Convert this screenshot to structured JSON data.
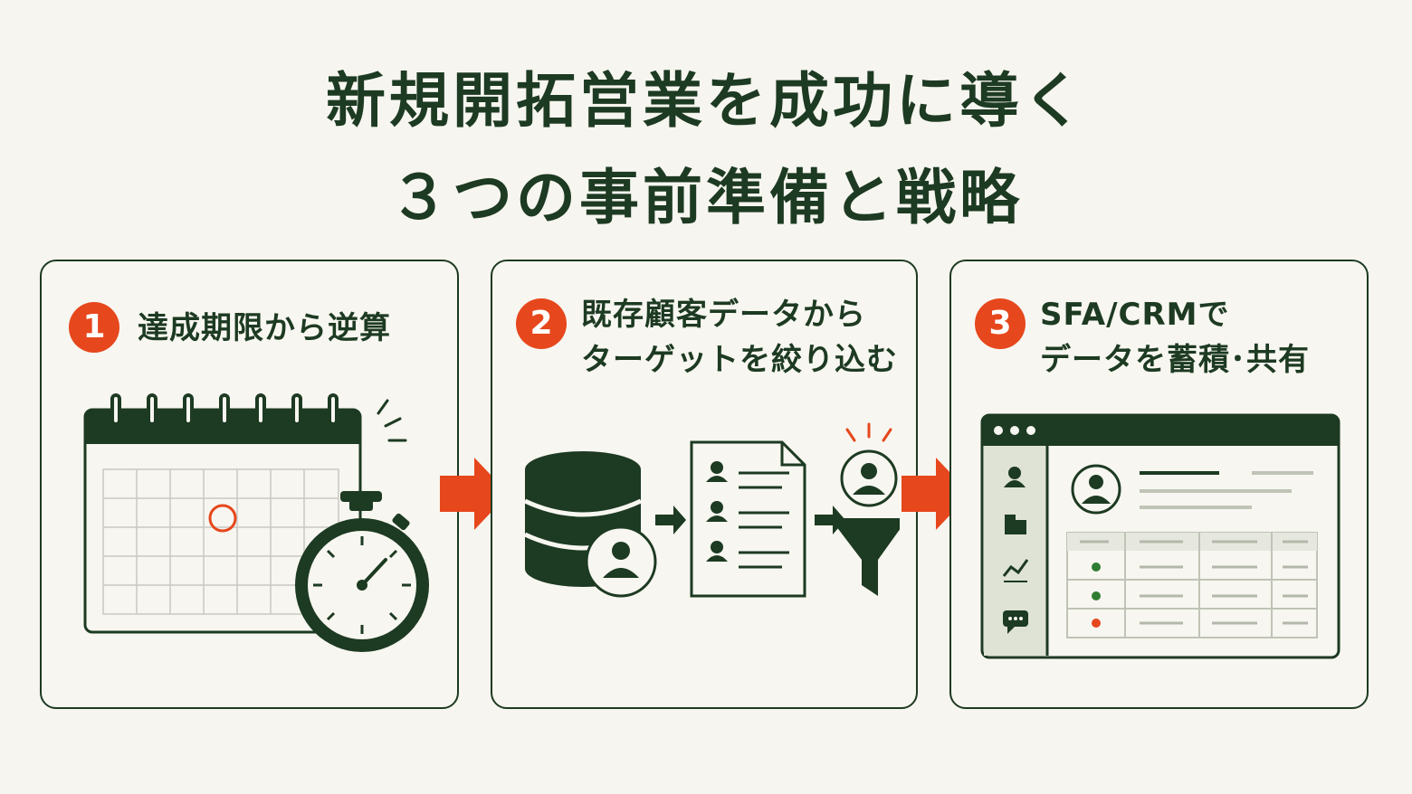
{
  "title": {
    "line1": "新規開拓営業を成功に導く",
    "line2": "３つの事前準備と戦略"
  },
  "steps": [
    {
      "number": "1",
      "label_line1": "達成期限から逆算",
      "label_line2": ""
    },
    {
      "number": "2",
      "label_line1": "既存顧客データから",
      "label_line2": "ターゲットを絞り込む"
    },
    {
      "number": "3",
      "label_line1": "SFA/CRMで",
      "label_line2": "データを蓄積･共有"
    }
  ],
  "colors": {
    "primary_green": "#1d3a22",
    "accent_orange": "#e6471c",
    "background": "#f6f5ef",
    "status_green": "#2f7d32",
    "status_red": "#e6471c"
  },
  "icons": {
    "step1": [
      "calendar-icon",
      "stopwatch-icon"
    ],
    "step2": [
      "database-user-icon",
      "document-list-icon",
      "funnel-target-icon"
    ],
    "step3": [
      "crm-window-icon"
    ]
  }
}
